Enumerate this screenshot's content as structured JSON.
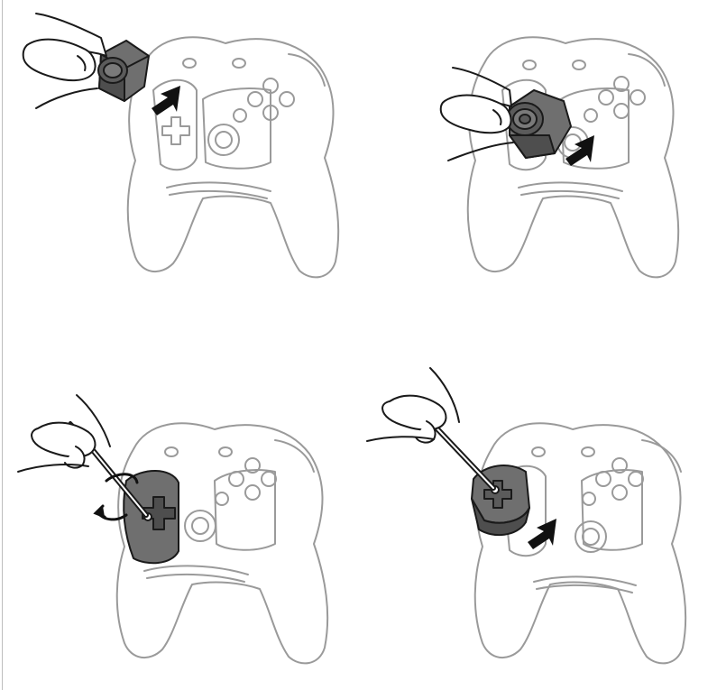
{
  "figure": {
    "steps": [
      {
        "id": "step-1",
        "action": "remove-thumbstick-module",
        "module": "thumbstick"
      },
      {
        "id": "step-2",
        "action": "insert-thumbstick-module",
        "module": "thumbstick"
      },
      {
        "id": "step-3",
        "action": "unscrew-dpad-plate",
        "module": "d-pad"
      },
      {
        "id": "step-4",
        "action": "insert-dpad-module",
        "module": "d-pad"
      }
    ],
    "colors": {
      "outline": "#9a9a9a",
      "ink": "#1a1a1a",
      "module_fill": "#6f6f6f",
      "module_shade": "#4e4e4e",
      "arrow": "#111111",
      "edge_rule": "#bdbdbd"
    },
    "icons": [
      "controller-outline",
      "hand",
      "screwdriver",
      "push-arrow",
      "rotate-arrow"
    ]
  }
}
